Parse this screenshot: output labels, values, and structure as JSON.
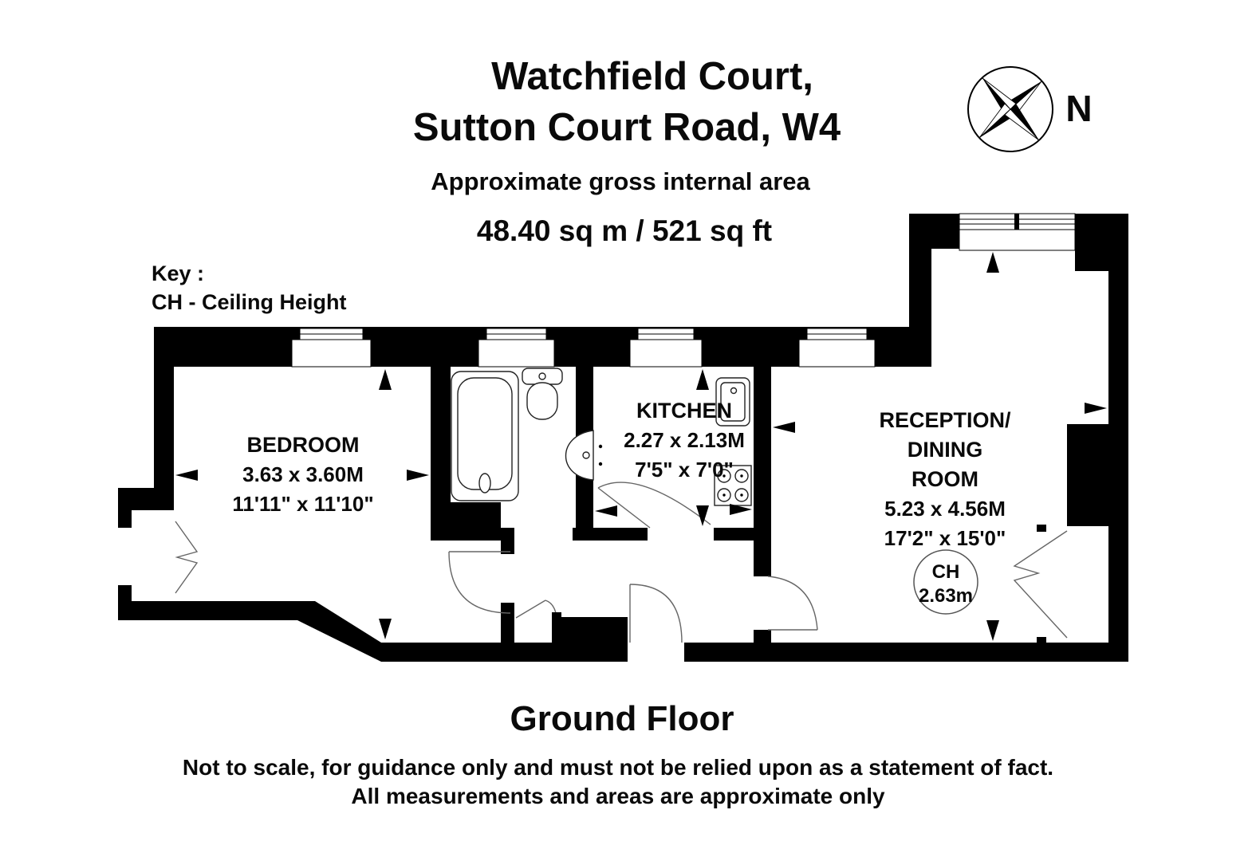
{
  "title": {
    "line1": "Watchfield Court,",
    "line2": "Sutton Court Road, W4",
    "subtitle": "Approximate gross internal area",
    "area": "48.40 sq m / 521 sq ft"
  },
  "key": {
    "heading": "Key :",
    "entry": "CH - Ceiling Height"
  },
  "compass": {
    "north_label": "N"
  },
  "rooms": {
    "bedroom": {
      "name": "BEDROOM",
      "dims_metric": "3.63 x 3.60M",
      "dims_imperial": "11'11\" x 11'10\""
    },
    "kitchen": {
      "name": "KITCHEN",
      "dims_metric": "2.27 x 2.13M",
      "dims_imperial": "7'5\" x 7'0\""
    },
    "reception": {
      "name_line1": "RECEPTION/",
      "name_line2": "DINING",
      "name_line3": "ROOM",
      "dims_metric": "5.23 x 4.56M",
      "dims_imperial": "17'2\" x 15'0\""
    }
  },
  "ceiling_height": {
    "label": "CH",
    "value": "2.63m"
  },
  "floor_label": "Ground Floor",
  "disclaimer": {
    "line1": "Not to scale, for guidance only and must not be relied upon as a statement of fact.",
    "line2": "All measurements and areas are approximate only"
  }
}
